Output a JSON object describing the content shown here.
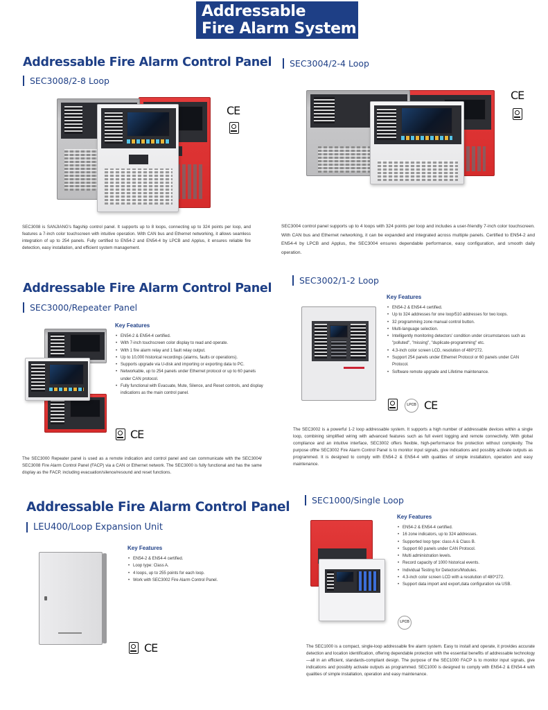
{
  "banner": {
    "line1": "Addressable",
    "line2": "Fire Alarm System"
  },
  "sec1": {
    "heading": "Addressable Fire Alarm Control Panel",
    "left": {
      "subheading": "SEC3008/2-8 Loop",
      "description": "SEC3008 is SANJIANG's flagship control panel. It supports up to 8 loops, connecting up to 324 points per loop, and features a 7-inch color touchscreen with intuitive operation. With CAN bus and Ethernet networking, it allows seamless integration of up to 254 panels. Fully certified to EN54-2 and EN54-4 by LPCB and Applus, it ensures reliable fire detection, easy installation, and efficient system management.",
      "ce": "CE"
    },
    "right": {
      "subheading": "SEC3004/2-4 Loop",
      "description": "SEC3004 control panel supports up to 4 loops with 324 points per loop and includes a user-friendly 7-inch color touchscreen. With CAN bus and Ethernet networking, it can be expanded and integrated across multiple panels. Certified to EN54-2 and EN54-4 by LPCB and Applus, the SEC3004 ensures dependable performance, easy configuration, and smooth daily operation.",
      "ce": "CE"
    }
  },
  "sec2": {
    "heading": "Addressable Fire Alarm Control Panel",
    "left": {
      "subheading": "SEC3000/Repeater Panel",
      "key_features_title": "Key Features",
      "features": [
        "EN54-2 & EN54-4 certified.",
        "With 7-inch touchscreen color display to read and operate.",
        "With 1 fire alarm relay and 1 fault relay output.",
        "Up to 10,000 historical  recordings (alarms, faults or operations).",
        "Supports upgrade via U-disk and importing or exporting data to PC.",
        "Networkable, up to 254 panels under Ethernet protocol or up to 60 panels under CAN protocol.",
        "Fully functional with  Evacuate, Mute, Silence, and Reset controls, and display indications as the main control panel."
      ],
      "description": "The SEC3000 Repeater panel is used as a remote indication and control panel and can communicate with the SEC3004/ SEC3008 Fire Alarm Control Panel (FACP) via a CAN or Ethernet network. The SEC3000 is fully functional and has the same display as the FACP, including evacuation/silence/resound and reset functions.",
      "ce": "CE"
    },
    "right": {
      "subheading": "SEC3002/1-2 Loop",
      "key_features_title": "Key Features",
      "features": [
        "EN54-2 & EN54-4 certified.",
        "Up to 324 addresses for one loop/510 addresses for two loops.",
        "32 programming zone manual control button.",
        "Multi-language selection.",
        "Intelligently monitoring detectors' condition under circumstances such as \"polluted\", \"missing\", \"duplicate-programming\" etc.",
        "4.3-inch color screen LCD, resolution of 480*272.",
        "Support 254 panels under Ethernet Protocol or 60 panels under CAN Protocol.",
        "Software remote upgrade and Lifetime maintenance."
      ],
      "description": "The SEC3002 is a powerful 1-2 loop addressable system. It supports a high number of addressable devices within a single loop, combining simplified wiring with advanced features such as full event logging and remote connectivity. With global compliance and an intuitive interface, SEC3002 offers flexible, high-performance fire protection without complexity. The purpose ofthe SEC3002 Fire Alarm Control Panel is to monitor input signals, give indications and possibly activate outputs as programmed. It is designed to comply with EN54-2 & EN54-4 with qualities of simple installation, operation and easy maintenance.",
      "ce": "CE",
      "lpcb": "LPCB"
    }
  },
  "sec3": {
    "heading": "Addressable Fire Alarm Control Panel",
    "left": {
      "subheading": "LEU400/Loop Expansion Unit",
      "key_features_title": "Key Features",
      "features": [
        "EN54-2 & EN54-4 certified.",
        "Loop type: Class A.",
        "4 loops, up to 255 points for each loop.",
        "Work with SEC3002 Fire Alarm Control Panel."
      ],
      "ce": "CE"
    },
    "right": {
      "subheading": "SEC1000/Single Loop",
      "key_features_title": "Key Features",
      "features": [
        "EN54-2 & EN54-4 certified.",
        "16 zone indicators, up to 324 addresses.",
        "Supported loop type: class A & Class B.",
        "Support 60 panels under CAN Protocol.",
        "Multi administration levels.",
        "Record capacity of 1000 historical events.",
        "Individual Testing for Detectors/Modules.",
        "4.3-inch color screen LCD with a resolution of 480*272.",
        "Support data import and export,data configuration via USB."
      ],
      "description": "The SEC1000 is a compact, single-loop addressable fire alarm system. Easy to install and operate, it provides accurate detection and location identification, offering dependable protection with the essential benefits of addressable technology—all in an efficient, standards-compliant design. The purpose of the SEC1000 FACP is to monitor input signals, give indications and possibly activate outputs as programmed. SEC1000 is designed to comply with EN54-2 & EN54-4 with qualities of simple installation, operation and easy maintenance.",
      "lpcb": "LPCB"
    }
  }
}
